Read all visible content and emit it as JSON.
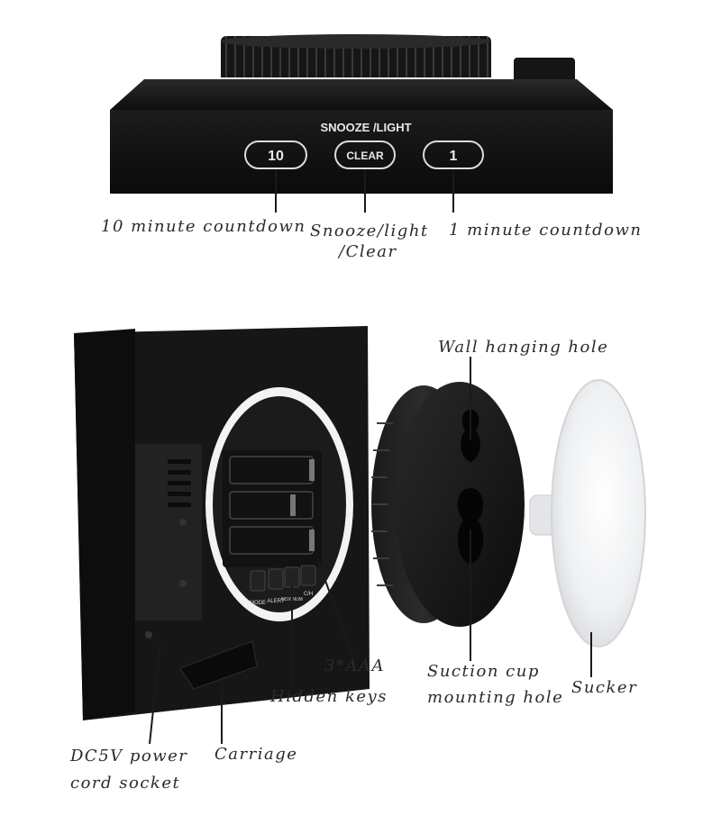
{
  "top_device": {
    "panel_label": "SNOOZE /LIGHT",
    "buttons": [
      {
        "label": "10"
      },
      {
        "label": "CLEAR"
      },
      {
        "label": "1"
      }
    ]
  },
  "callouts_top": {
    "ten_minute": "10 minute countdown",
    "snooze_line1": "Snooze/light",
    "snooze_line2": "/Clear",
    "one_minute": "1 minute countdown"
  },
  "back_device": {
    "hidden_key_labels": [
      "MODE",
      "ALERT",
      "NOX NUM",
      "C/H"
    ]
  },
  "callouts_bottom": {
    "wall_hole": "Wall hanging hole",
    "battery": "3*AAA",
    "hidden_keys": "Hidden keys",
    "suction_line1": "Suction cup",
    "suction_line2": "mounting hole",
    "sucker": "Sucker",
    "dc_line1": "DC5V power",
    "dc_line2": "cord socket",
    "carriage": "Carriage"
  },
  "colors": {
    "device_black": "#161616",
    "label_ink": "#2b2b2b",
    "suction_cup": "#eef0f2"
  }
}
